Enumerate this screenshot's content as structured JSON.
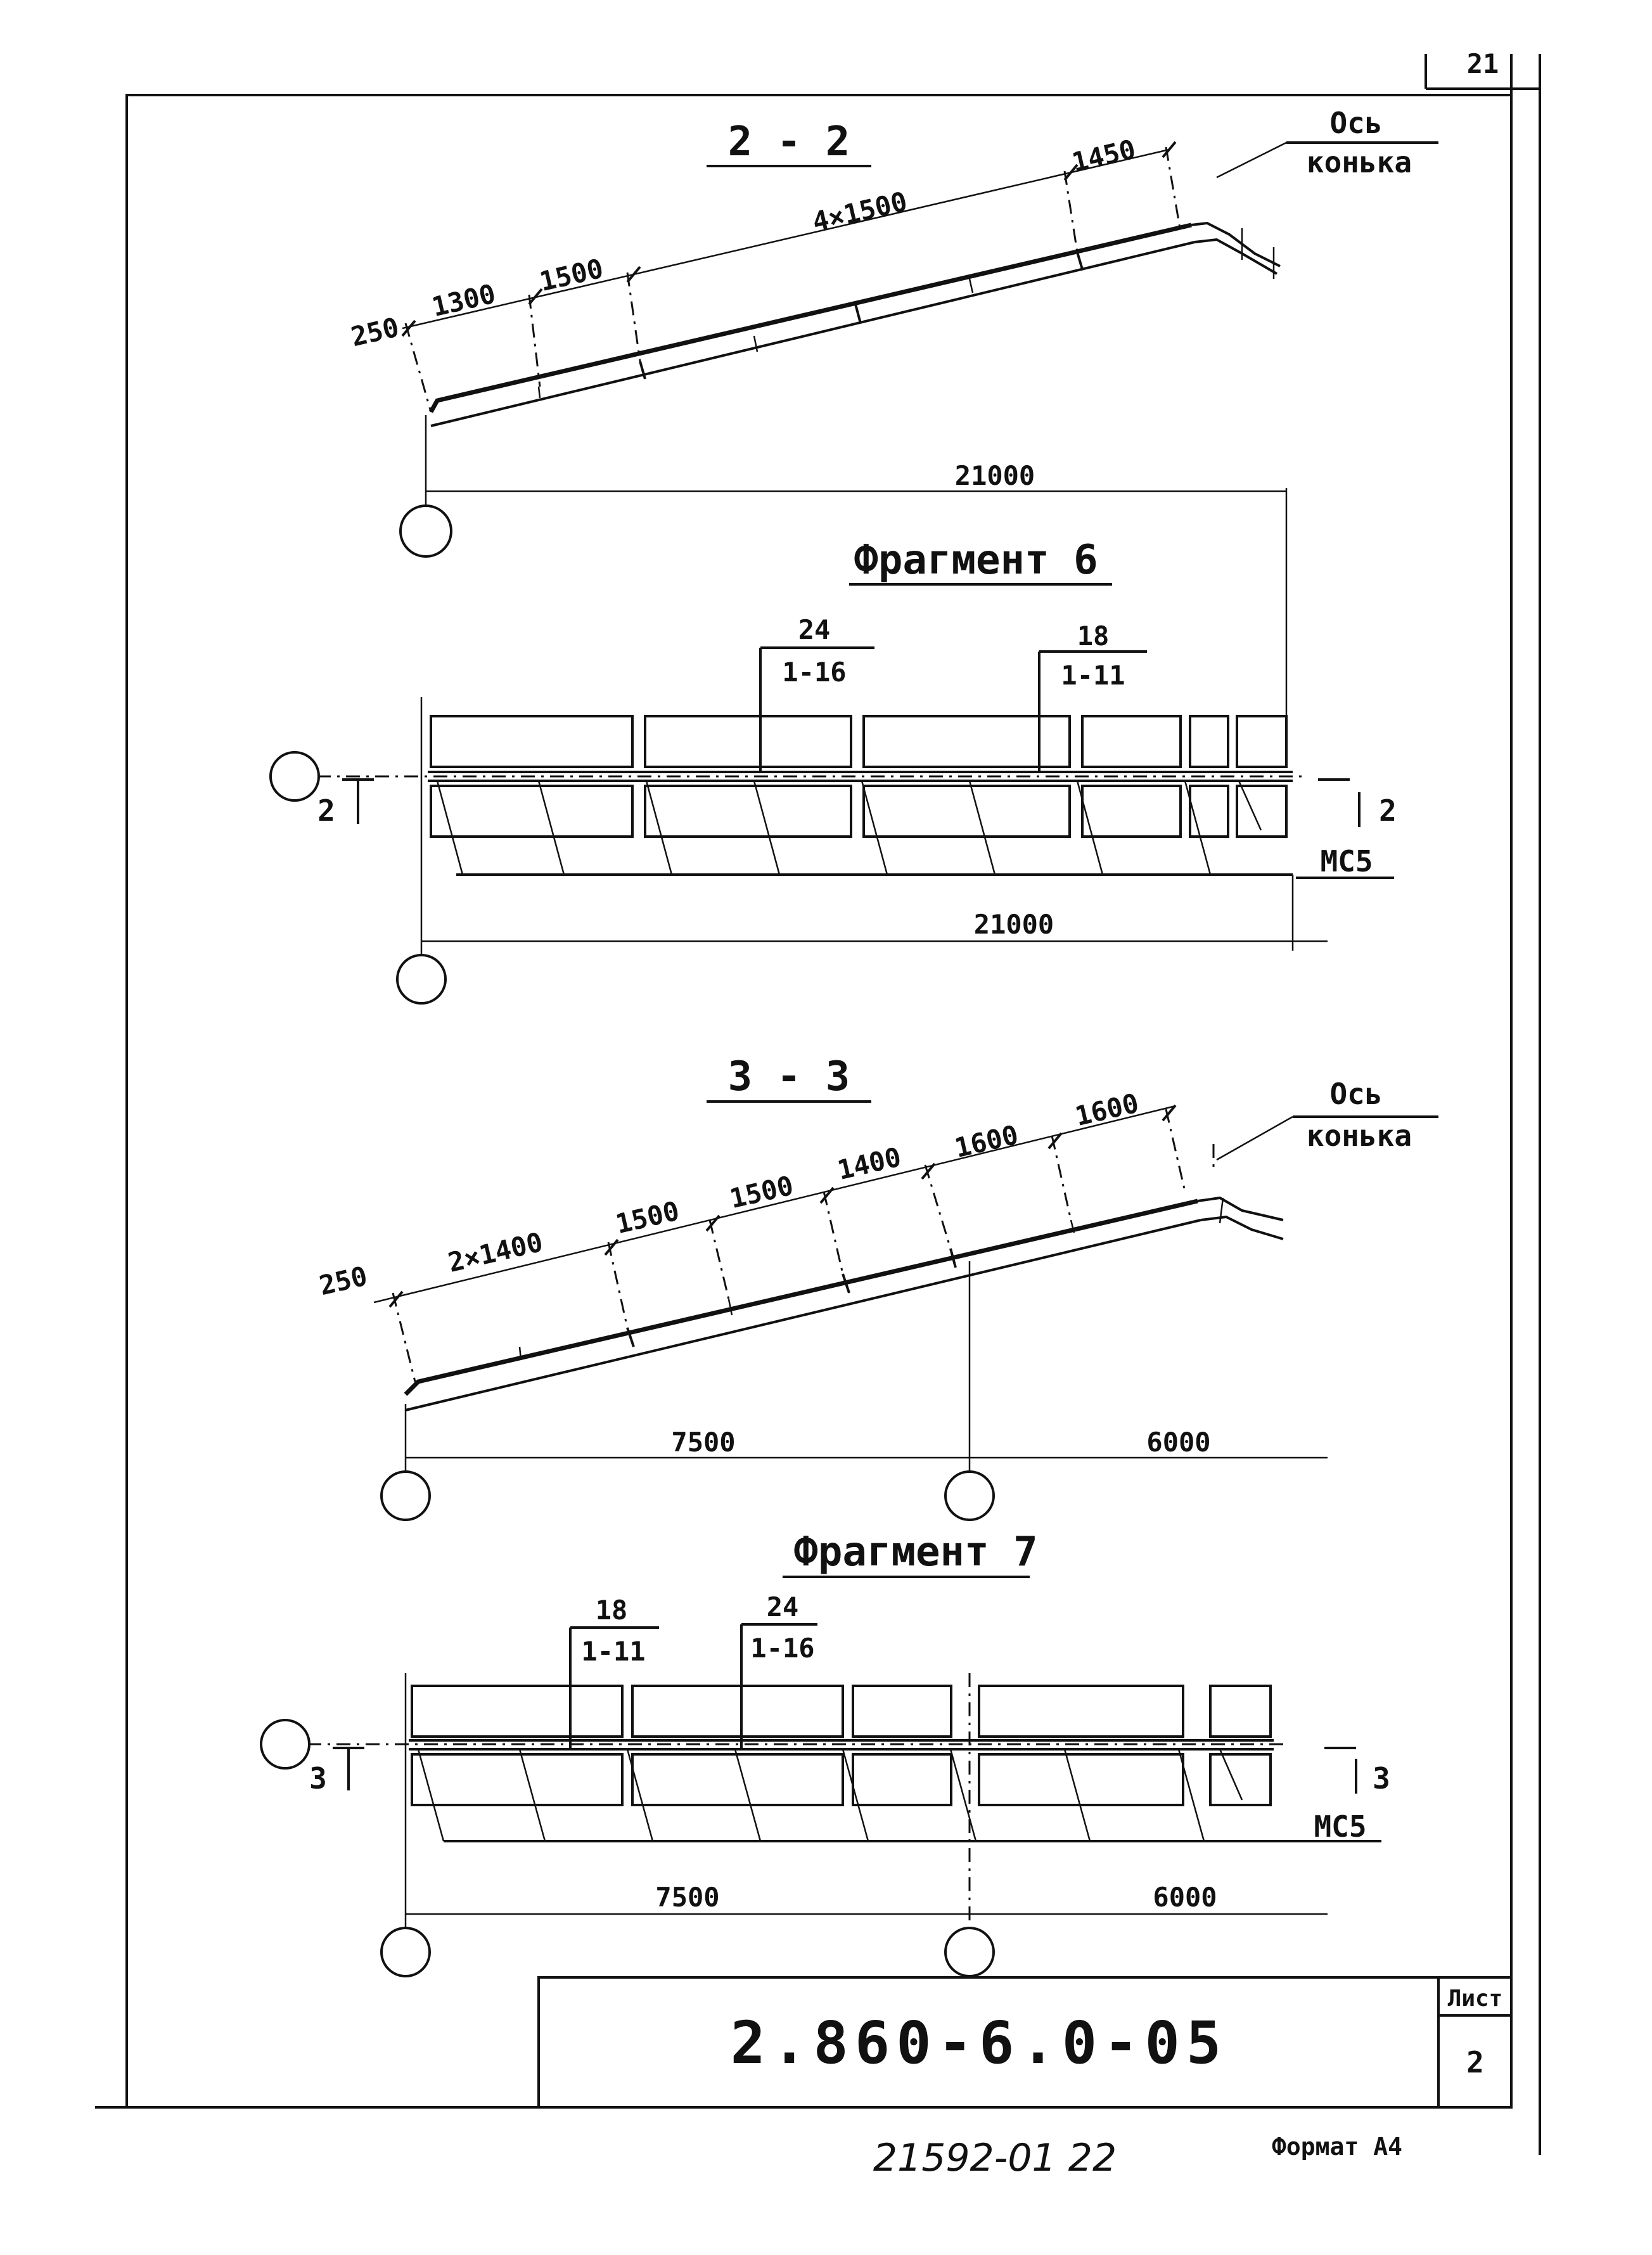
{
  "corner": {
    "page_mark": "21"
  },
  "section_2_2": {
    "title": "2 - 2",
    "axis_label_1": "Ось",
    "axis_label_2": "конька",
    "dims": [
      "250",
      "1300",
      "1500",
      "4×1500",
      "1450"
    ],
    "total": "21000"
  },
  "fragment_6": {
    "title": "Фрагмент 6",
    "callout_a_top": "24",
    "callout_a_bottom": "1-16",
    "callout_b_top": "18",
    "callout_b_bottom": "1-11",
    "cut_mark": "2",
    "label_ms": "МС5",
    "total": "21000"
  },
  "section_3_3": {
    "title": "3 - 3",
    "axis_label_1": "Ось",
    "axis_label_2": "конька",
    "dims": [
      "250",
      "2×1400",
      "1500",
      "1500",
      "1400",
      "1600",
      "1600"
    ],
    "span_left": "7500",
    "span_right": "6000"
  },
  "fragment_7": {
    "title": "Фрагмент 7",
    "callout_a_top": "18",
    "callout_a_bottom": "1-11",
    "callout_b_top": "24",
    "callout_b_bottom": "1-16",
    "cut_mark": "3",
    "label_ms": "МС5",
    "span_left": "7500",
    "span_right": "6000"
  },
  "title_block": {
    "doc_number": "2.860-6.0-05",
    "sheet_label": "Лист",
    "sheet_number": "2"
  },
  "footer": {
    "inventory": "21592-01 22",
    "format": "Формат А4"
  }
}
